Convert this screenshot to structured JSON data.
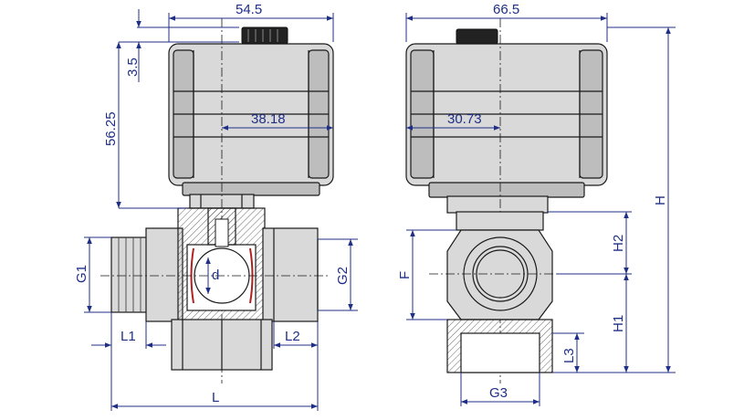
{
  "dimensions": {
    "top_width_left": "54.5",
    "top_width_right": "66.5",
    "gap_small": "3.5",
    "actuator_height": "56.25",
    "offset_left": "38.18",
    "offset_right": "30.73",
    "g1": "G1",
    "g2": "G2",
    "g3": "G3",
    "d": "d",
    "l1": "L1",
    "l2": "L2",
    "l3": "L3",
    "l": "L",
    "f": "F",
    "h": "H",
    "h1": "H1",
    "h2": "H2"
  },
  "colors": {
    "dimension": "#1f2f86",
    "body": "#d9d9d9",
    "outline": "#1a1a1a",
    "accent": "#b02020"
  }
}
